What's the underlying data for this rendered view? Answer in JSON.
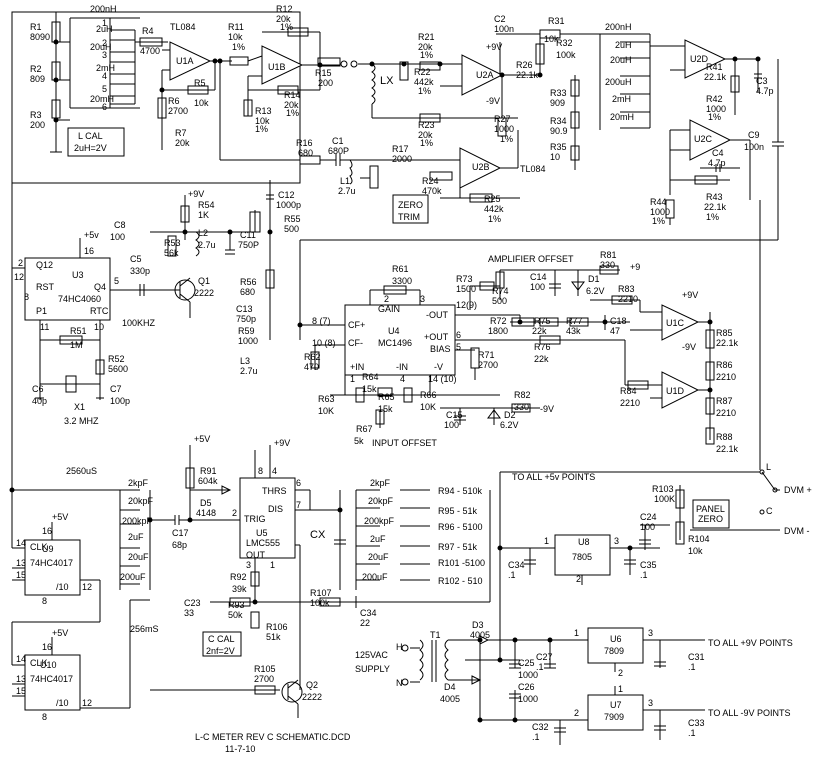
{
  "title": "L-C METER REV C SCHEMATIC.DCD",
  "date": "11-7-10",
  "parts": [
    {
      "id": "r1",
      "t": "R1"
    },
    {
      "id": "r1v",
      "t": "8090"
    },
    {
      "id": "r2",
      "t": "R2"
    },
    {
      "id": "r2v",
      "t": "809"
    },
    {
      "id": "r3",
      "t": "R3"
    },
    {
      "id": "r3v",
      "t": "200"
    },
    {
      "id": "lcal1",
      "t": "L CAL"
    },
    {
      "id": "lcal2",
      "t": "2uH=2V"
    },
    {
      "id": "s1a",
      "t": "200nH"
    },
    {
      "id": "s1b",
      "t": "2uH"
    },
    {
      "id": "s1c",
      "t": "20uH"
    },
    {
      "id": "s1d",
      "t": "2mH"
    },
    {
      "id": "s1e",
      "t": "20mH"
    },
    {
      "id": "n1",
      "t": "1"
    },
    {
      "id": "n2",
      "t": "2"
    },
    {
      "id": "n3",
      "t": "3"
    },
    {
      "id": "n4",
      "t": "4"
    },
    {
      "id": "n5",
      "t": "5"
    },
    {
      "id": "n6",
      "t": "6"
    },
    {
      "id": "r4",
      "t": "R4"
    },
    {
      "id": "r4v",
      "t": "4700"
    },
    {
      "id": "tl084a",
      "t": "TL084"
    },
    {
      "id": "u1a",
      "t": "U1A"
    },
    {
      "id": "r6",
      "t": "R6"
    },
    {
      "id": "r6v",
      "t": "2700"
    },
    {
      "id": "r7",
      "t": "R7"
    },
    {
      "id": "r7v",
      "t": "20k"
    },
    {
      "id": "r5",
      "t": "R5"
    },
    {
      "id": "r5v",
      "t": "10k"
    },
    {
      "id": "r11",
      "t": "R11"
    },
    {
      "id": "r11v",
      "t": "10k"
    },
    {
      "id": "r11t",
      "t": "1%"
    },
    {
      "id": "r12",
      "t": "R12"
    },
    {
      "id": "r12v",
      "t": "20k"
    },
    {
      "id": "r12t",
      "t": "1%"
    },
    {
      "id": "u1b",
      "t": "U1B"
    },
    {
      "id": "r13",
      "t": "R13"
    },
    {
      "id": "r13v",
      "t": "10k"
    },
    {
      "id": "r13t",
      "t": "1%"
    },
    {
      "id": "r14",
      "t": "R14"
    },
    {
      "id": "r14v",
      "t": "20k"
    },
    {
      "id": "r14t",
      "t": "1%"
    },
    {
      "id": "r15",
      "t": "R15"
    },
    {
      "id": "r15v",
      "t": "200"
    },
    {
      "id": "lx",
      "t": "LX"
    },
    {
      "id": "r21",
      "t": "R21"
    },
    {
      "id": "r21v",
      "t": "20k"
    },
    {
      "id": "r21t",
      "t": "1%"
    },
    {
      "id": "r22",
      "t": "R22"
    },
    {
      "id": "r22v",
      "t": "442k"
    },
    {
      "id": "r22t",
      "t": "1%"
    },
    {
      "id": "r23",
      "t": "R23"
    },
    {
      "id": "r23v",
      "t": "20k"
    },
    {
      "id": "r23t",
      "t": "1%"
    },
    {
      "id": "p9v1",
      "t": "+9V"
    },
    {
      "id": "m9v1",
      "t": "-9V"
    },
    {
      "id": "u2a",
      "t": "U2A"
    },
    {
      "id": "c2",
      "t": "C2"
    },
    {
      "id": "c2v",
      "t": "100n"
    },
    {
      "id": "r26",
      "t": "R26"
    },
    {
      "id": "r26v",
      "t": "22.1k"
    },
    {
      "id": "r31",
      "t": "R31"
    },
    {
      "id": "r31v",
      "t": "10k"
    },
    {
      "id": "r32",
      "t": "R32"
    },
    {
      "id": "r32v",
      "t": "100k"
    },
    {
      "id": "r33",
      "t": "R33"
    },
    {
      "id": "r33v",
      "t": "909"
    },
    {
      "id": "r34",
      "t": "R34"
    },
    {
      "id": "r34v",
      "t": "90.9"
    },
    {
      "id": "r35",
      "t": "R35"
    },
    {
      "id": "r35v",
      "t": "10"
    },
    {
      "id": "r27",
      "t": "R27"
    },
    {
      "id": "r27v",
      "t": "1000"
    },
    {
      "id": "r27t",
      "t": "1%"
    },
    {
      "id": "s2a",
      "t": "200nH"
    },
    {
      "id": "s2b",
      "t": "2uH"
    },
    {
      "id": "s2c",
      "t": "20uH"
    },
    {
      "id": "s2d",
      "t": "200uH"
    },
    {
      "id": "s2e",
      "t": "2mH"
    },
    {
      "id": "s2f",
      "t": "20mH"
    },
    {
      "id": "u2d",
      "t": "U2D"
    },
    {
      "id": "r41",
      "t": "R41"
    },
    {
      "id": "r41v",
      "t": "22.1k"
    },
    {
      "id": "c3",
      "t": "C3"
    },
    {
      "id": "c3v",
      "t": "4.7p"
    },
    {
      "id": "r42",
      "t": "R42"
    },
    {
      "id": "r42v",
      "t": "1000"
    },
    {
      "id": "r42t",
      "t": "1%"
    },
    {
      "id": "u2c",
      "t": "U2C"
    },
    {
      "id": "c4",
      "t": "C4"
    },
    {
      "id": "c4v",
      "t": "4.7p"
    },
    {
      "id": "c9",
      "t": "C9"
    },
    {
      "id": "c9v",
      "t": "100n"
    },
    {
      "id": "r44",
      "t": "R44"
    },
    {
      "id": "r44v",
      "t": "1000"
    },
    {
      "id": "r44t",
      "t": "1%"
    },
    {
      "id": "r43",
      "t": "R43"
    },
    {
      "id": "r43v",
      "t": "22.1k"
    },
    {
      "id": "r43t",
      "t": "1%"
    },
    {
      "id": "r16",
      "t": "R16"
    },
    {
      "id": "r16v",
      "t": "680"
    },
    {
      "id": "c1",
      "t": "C1"
    },
    {
      "id": "c1v",
      "t": "680P"
    },
    {
      "id": "l1",
      "t": "L1"
    },
    {
      "id": "l1v",
      "t": "2.7u"
    },
    {
      "id": "r17",
      "t": "R17"
    },
    {
      "id": "r17v",
      "t": "2000"
    },
    {
      "id": "zero1",
      "t": "ZERO"
    },
    {
      "id": "zero2",
      "t": "TRIM"
    },
    {
      "id": "r24",
      "t": "R24"
    },
    {
      "id": "r24v",
      "t": "470k"
    },
    {
      "id": "u2b",
      "t": "U2B"
    },
    {
      "id": "tl084b",
      "t": "TL084"
    },
    {
      "id": "r25",
      "t": "R25"
    },
    {
      "id": "r25v",
      "t": "442k"
    },
    {
      "id": "r25t",
      "t": "1%"
    },
    {
      "id": "p9v2",
      "t": "+9V"
    },
    {
      "id": "r54",
      "t": "R54"
    },
    {
      "id": "r54v",
      "t": "1K"
    },
    {
      "id": "c12",
      "t": "C12"
    },
    {
      "id": "c12v",
      "t": "1000p"
    },
    {
      "id": "r55",
      "t": "R55"
    },
    {
      "id": "r55v",
      "t": "500"
    },
    {
      "id": "c8",
      "t": "C8"
    },
    {
      "id": "c8v",
      "t": "100"
    },
    {
      "id": "r53",
      "t": "R53"
    },
    {
      "id": "r53v",
      "t": "56k"
    },
    {
      "id": "l2",
      "t": "L2"
    },
    {
      "id": "l2v",
      "t": "2.7u"
    },
    {
      "id": "c11",
      "t": "C11"
    },
    {
      "id": "c11v",
      "t": "750P"
    },
    {
      "id": "c5",
      "t": "C5"
    },
    {
      "id": "c5v",
      "t": "330p"
    },
    {
      "id": "q1",
      "t": "Q1"
    },
    {
      "id": "q1v",
      "t": "2222"
    },
    {
      "id": "r56",
      "t": "R56"
    },
    {
      "id": "r56v",
      "t": "680"
    },
    {
      "id": "khz",
      "t": "100KHZ"
    },
    {
      "id": "p5v1",
      "t": "+5v"
    },
    {
      "id": "u3",
      "t": "U3"
    },
    {
      "id": "u3p",
      "t": "74HC4060"
    },
    {
      "id": "q12",
      "t": "Q12"
    },
    {
      "id": "rst",
      "t": "RST"
    },
    {
      "id": "q4",
      "t": "Q4"
    },
    {
      "id": "p1",
      "t": "P1"
    },
    {
      "id": "rtc",
      "t": "RTC"
    },
    {
      "id": "n16a",
      "t": "16"
    },
    {
      "id": "n2a",
      "t": "2"
    },
    {
      "id": "n12a",
      "t": "12"
    },
    {
      "id": "n8a",
      "t": "8"
    },
    {
      "id": "n5a",
      "t": "5"
    },
    {
      "id": "n11a",
      "t": "11"
    },
    {
      "id": "n10a",
      "t": "10"
    },
    {
      "id": "r51",
      "t": "R51"
    },
    {
      "id": "r51v",
      "t": "1M"
    },
    {
      "id": "r52",
      "t": "R52"
    },
    {
      "id": "r52v",
      "t": "5600"
    },
    {
      "id": "c6",
      "t": "C6"
    },
    {
      "id": "c6v",
      "t": "40p"
    },
    {
      "id": "x1",
      "t": "X1"
    },
    {
      "id": "x1v",
      "t": "3.2 MHZ"
    },
    {
      "id": "c7",
      "t": "C7"
    },
    {
      "id": "c7v",
      "t": "100p"
    },
    {
      "id": "c13",
      "t": "C13"
    },
    {
      "id": "c13v",
      "t": "750p"
    },
    {
      "id": "r59",
      "t": "R59"
    },
    {
      "id": "r59v",
      "t": "1000"
    },
    {
      "id": "l3",
      "t": "L3"
    },
    {
      "id": "l3v",
      "t": "2.7u"
    },
    {
      "id": "r61",
      "t": "R61"
    },
    {
      "id": "r61v",
      "t": "3300"
    },
    {
      "id": "gain",
      "t": "GAIN"
    },
    {
      "id": "g2",
      "t": "2"
    },
    {
      "id": "g3",
      "t": "3"
    },
    {
      "id": "u4",
      "t": "U4"
    },
    {
      "id": "u4p",
      "t": "MC1496"
    },
    {
      "id": "cfp",
      "t": "CF+"
    },
    {
      "id": "cfm",
      "t": "CF-"
    },
    {
      "id": "u4a",
      "t": "8 (7)"
    },
    {
      "id": "u4b",
      "t": "10 (8)"
    },
    {
      "id": "outm",
      "t": "-OUT"
    },
    {
      "id": "o12",
      "t": "12(9)"
    },
    {
      "id": "outp",
      "t": "+OUT"
    },
    {
      "id": "o6",
      "t": "6"
    },
    {
      "id": "bias",
      "t": "BIAS"
    },
    {
      "id": "o5",
      "t": "5"
    },
    {
      "id": "inp",
      "t": "+IN"
    },
    {
      "id": "inm",
      "t": "-IN"
    },
    {
      "id": "vm",
      "t": "-V"
    },
    {
      "id": "i1",
      "t": "1"
    },
    {
      "id": "i4",
      "t": "4"
    },
    {
      "id": "i14",
      "t": "14 (10)"
    },
    {
      "id": "r62",
      "t": "R62"
    },
    {
      "id": "r62v",
      "t": "470"
    },
    {
      "id": "r71",
      "t": "R71"
    },
    {
      "id": "r71v",
      "t": "2700"
    },
    {
      "id": "ampoff",
      "t": "AMPLIFIER OFFSET"
    },
    {
      "id": "r73",
      "t": "R73"
    },
    {
      "id": "r73v",
      "t": "1500"
    },
    {
      "id": "r74",
      "t": "R74"
    },
    {
      "id": "r74v",
      "t": "500"
    },
    {
      "id": "c14",
      "t": "C14"
    },
    {
      "id": "c14v",
      "t": "100"
    },
    {
      "id": "d1",
      "t": "D1"
    },
    {
      "id": "d1v",
      "t": "6.2V"
    },
    {
      "id": "r81",
      "t": "R81"
    },
    {
      "id": "r81v",
      "t": "330"
    },
    {
      "id": "p9v3",
      "t": "+9"
    },
    {
      "id": "r72",
      "t": "R72"
    },
    {
      "id": "r72v",
      "t": "1800"
    },
    {
      "id": "r75",
      "t": "R75"
    },
    {
      "id": "r75v",
      "t": "22k"
    },
    {
      "id": "r77",
      "t": "R77"
    },
    {
      "id": "r77v",
      "t": "43k"
    },
    {
      "id": "c18",
      "t": "C18"
    },
    {
      "id": "c18v",
      "t": "47"
    },
    {
      "id": "r76",
      "t": "R76"
    },
    {
      "id": "r76v",
      "t": "22k"
    },
    {
      "id": "r83",
      "t": "R83"
    },
    {
      "id": "r83v",
      "t": "2210"
    },
    {
      "id": "p9v4",
      "t": "+9V"
    },
    {
      "id": "m9v4",
      "t": "-9V"
    },
    {
      "id": "u1c",
      "t": "U1C"
    },
    {
      "id": "r85",
      "t": "R85"
    },
    {
      "id": "r85v",
      "t": "22.1k"
    },
    {
      "id": "r86",
      "t": "R86"
    },
    {
      "id": "r86v",
      "t": "2210"
    },
    {
      "id": "u1d",
      "t": "U1D"
    },
    {
      "id": "r87",
      "t": "R87"
    },
    {
      "id": "r87v",
      "t": "2210"
    },
    {
      "id": "r88",
      "t": "R88"
    },
    {
      "id": "r88v",
      "t": "22.1k"
    },
    {
      "id": "r84",
      "t": "R84"
    },
    {
      "id": "r84v",
      "t": "2210"
    },
    {
      "id": "r63",
      "t": "R63"
    },
    {
      "id": "r63v",
      "t": "10K"
    },
    {
      "id": "r64",
      "t": "R64"
    },
    {
      "id": "r64v",
      "t": "15k"
    },
    {
      "id": "r65",
      "t": "R65"
    },
    {
      "id": "r65v",
      "t": "15k"
    },
    {
      "id": "r66",
      "t": "R66"
    },
    {
      "id": "r66v",
      "t": "10K"
    },
    {
      "id": "r67",
      "t": "R67"
    },
    {
      "id": "r67v",
      "t": "5k"
    },
    {
      "id": "inoff",
      "t": "INPUT OFFSET"
    },
    {
      "id": "c15",
      "t": "C15"
    },
    {
      "id": "c15v",
      "t": "100"
    },
    {
      "id": "d2",
      "t": "D2"
    },
    {
      "id": "d2v",
      "t": "6.2V"
    },
    {
      "id": "r82",
      "t": "R82"
    },
    {
      "id": "r82v",
      "t": "330"
    },
    {
      "id": "m9v5",
      "t": "-9V"
    },
    {
      "id": "t2560",
      "t": "2560uS"
    },
    {
      "id": "p5v2",
      "t": "+5V"
    },
    {
      "id": "p9v5",
      "t": "+9V"
    },
    {
      "id": "r91",
      "t": "R91"
    },
    {
      "id": "r91v",
      "t": "604k"
    },
    {
      "id": "d5",
      "t": "D5"
    },
    {
      "id": "d5v",
      "t": "4148"
    },
    {
      "id": "c17",
      "t": "C17"
    },
    {
      "id": "c17v",
      "t": "68p"
    },
    {
      "id": "u5",
      "t": "U5"
    },
    {
      "id": "u5p",
      "t": "LMC555"
    },
    {
      "id": "thrs",
      "t": "THRS"
    },
    {
      "id": "dis",
      "t": "DIS"
    },
    {
      "id": "trig",
      "t": "TRIG"
    },
    {
      "id": "out",
      "t": "OUT"
    },
    {
      "id": "u5n8",
      "t": "8"
    },
    {
      "id": "u5n4",
      "t": "4"
    },
    {
      "id": "u5n6",
      "t": "6"
    },
    {
      "id": "u5n7",
      "t": "7"
    },
    {
      "id": "u5n2",
      "t": "2"
    },
    {
      "id": "u5n3",
      "t": "3"
    },
    {
      "id": "u5n1",
      "t": "1"
    },
    {
      "id": "cx",
      "t": "CX"
    },
    {
      "id": "s3a",
      "t": "2kpF"
    },
    {
      "id": "s3b",
      "t": "20kpF"
    },
    {
      "id": "s3c",
      "t": "200kpF"
    },
    {
      "id": "s3d",
      "t": "2uF"
    },
    {
      "id": "s3e",
      "t": "20uF"
    },
    {
      "id": "s3f",
      "t": "200uF"
    },
    {
      "id": "s4a",
      "t": "2kpF"
    },
    {
      "id": "s4b",
      "t": "20kpF"
    },
    {
      "id": "s4c",
      "t": "200kpF"
    },
    {
      "id": "s4d",
      "t": "2uF"
    },
    {
      "id": "s4e",
      "t": "20uF"
    },
    {
      "id": "s4f",
      "t": "200uF"
    },
    {
      "id": "r94",
      "t": "R94 - 510k"
    },
    {
      "id": "r95",
      "t": "R95 - 51k"
    },
    {
      "id": "r96",
      "t": "R96 - 5100"
    },
    {
      "id": "r97",
      "t": "R97 - 51k"
    },
    {
      "id": "r101",
      "t": "R101 -5100"
    },
    {
      "id": "r102",
      "t": "R102 - 510"
    },
    {
      "id": "p5v3",
      "t": "+5V"
    },
    {
      "id": "u9",
      "t": "U9"
    },
    {
      "id": "u9p",
      "t": "74HC4017"
    },
    {
      "id": "clk9",
      "t": "CLK"
    },
    {
      "id": "d109",
      "t": "/10"
    },
    {
      "id": "n14a",
      "t": "14"
    },
    {
      "id": "n13a",
      "t": "13"
    },
    {
      "id": "n15a",
      "t": "15"
    },
    {
      "id": "n16b",
      "t": "16"
    },
    {
      "id": "n8b",
      "t": "8"
    },
    {
      "id": "n12b",
      "t": "12"
    },
    {
      "id": "r92",
      "t": "R92"
    },
    {
      "id": "r92v",
      "t": "39k"
    },
    {
      "id": "r93",
      "t": "R93"
    },
    {
      "id": "r93v",
      "t": "50k"
    },
    {
      "id": "c23",
      "t": "C23"
    },
    {
      "id": "c23v",
      "t": "33"
    },
    {
      "id": "ccal1",
      "t": "C CAL"
    },
    {
      "id": "ccal2",
      "t": "2nf=2V"
    },
    {
      "id": "r106",
      "t": "R106"
    },
    {
      "id": "r106v",
      "t": "51k"
    },
    {
      "id": "r107",
      "t": "R107"
    },
    {
      "id": "r107v",
      "t": "100k"
    },
    {
      "id": "c34",
      "t": "C34"
    },
    {
      "id": "c34v",
      "t": "22"
    },
    {
      "id": "t256",
      "t": "256mS"
    },
    {
      "id": "p5v4",
      "t": "+5V"
    },
    {
      "id": "u10",
      "t": "U10"
    },
    {
      "id": "u10p",
      "t": "74HC4017"
    },
    {
      "id": "clk10",
      "t": "CLK"
    },
    {
      "id": "d1010",
      "t": "/10"
    },
    {
      "id": "n14b",
      "t": "14"
    },
    {
      "id": "n13b",
      "t": "13"
    },
    {
      "id": "n15b",
      "t": "15"
    },
    {
      "id": "n16c",
      "t": "16"
    },
    {
      "id": "n8c",
      "t": "8"
    },
    {
      "id": "n12c",
      "t": "12"
    },
    {
      "id": "r105",
      "t": "R105"
    },
    {
      "id": "r105v",
      "t": "2700"
    },
    {
      "id": "q2",
      "t": "Q2"
    },
    {
      "id": "q2v",
      "t": "2222"
    },
    {
      "id": "to5v",
      "t": "TO ALL +5v POINTS"
    },
    {
      "id": "r103",
      "t": "R103"
    },
    {
      "id": "r103v",
      "t": "100K"
    },
    {
      "id": "pz1",
      "t": "PANEL"
    },
    {
      "id": "pz2",
      "t": "ZERO"
    },
    {
      "id": "c24",
      "t": "C24"
    },
    {
      "id": "c24v",
      "t": "100"
    },
    {
      "id": "r104",
      "t": "R104"
    },
    {
      "id": "r104v",
      "t": "10k"
    },
    {
      "id": "u8",
      "t": "U8"
    },
    {
      "id": "u8p",
      "t": "7805"
    },
    {
      "id": "u8n1",
      "t": "1"
    },
    {
      "id": "u8n3",
      "t": "3"
    },
    {
      "id": "u8n2",
      "t": "2"
    },
    {
      "id": "c34b",
      "t": "C34"
    },
    {
      "id": "c34bv",
      "t": ".1"
    },
    {
      "id": "c35",
      "t": "C35"
    },
    {
      "id": "c35v",
      "t": ".1"
    },
    {
      "id": "sl",
      "t": "L"
    },
    {
      "id": "sc",
      "t": "C"
    },
    {
      "id": "dvmp",
      "t": "DVM +"
    },
    {
      "id": "dvmm",
      "t": "DVM -"
    },
    {
      "id": "d3",
      "t": "D3"
    },
    {
      "id": "d3v",
      "t": "4005"
    },
    {
      "id": "t1",
      "t": "T1"
    },
    {
      "id": "h",
      "t": "H"
    },
    {
      "id": "nn",
      "t": "N"
    },
    {
      "id": "vac",
      "t": "125VAC"
    },
    {
      "id": "supply",
      "t": "SUPPLY"
    },
    {
      "id": "c25",
      "t": "C25"
    },
    {
      "id": "c25v",
      "t": "1000"
    },
    {
      "id": "c27",
      "t": "C27"
    },
    {
      "id": "c27v",
      "t": ".1"
    },
    {
      "id": "d4",
      "t": "D4"
    },
    {
      "id": "d4v",
      "t": "4005"
    },
    {
      "id": "c26",
      "t": "C26"
    },
    {
      "id": "c26v",
      "t": "1000"
    },
    {
      "id": "u6",
      "t": "U6"
    },
    {
      "id": "u6p",
      "t": "7809"
    },
    {
      "id": "u6n1",
      "t": "1"
    },
    {
      "id": "u6n3",
      "t": "3"
    },
    {
      "id": "u6n2",
      "t": "2"
    },
    {
      "id": "to9p",
      "t": "TO ALL +9V POINTS"
    },
    {
      "id": "c31",
      "t": "C31"
    },
    {
      "id": "c31v",
      "t": ".1"
    },
    {
      "id": "u7",
      "t": "U7"
    },
    {
      "id": "u7p",
      "t": "7909"
    },
    {
      "id": "u7n2",
      "t": "2"
    },
    {
      "id": "u7n3",
      "t": "3"
    },
    {
      "id": "u7n1",
      "t": "1"
    },
    {
      "id": "to9m",
      "t": "TO ALL -9V POINTS"
    },
    {
      "id": "c32",
      "t": "C32"
    },
    {
      "id": "c32v",
      "t": ".1"
    },
    {
      "id": "c33",
      "t": "C33"
    },
    {
      "id": "c33v",
      "t": ".1"
    }
  ]
}
